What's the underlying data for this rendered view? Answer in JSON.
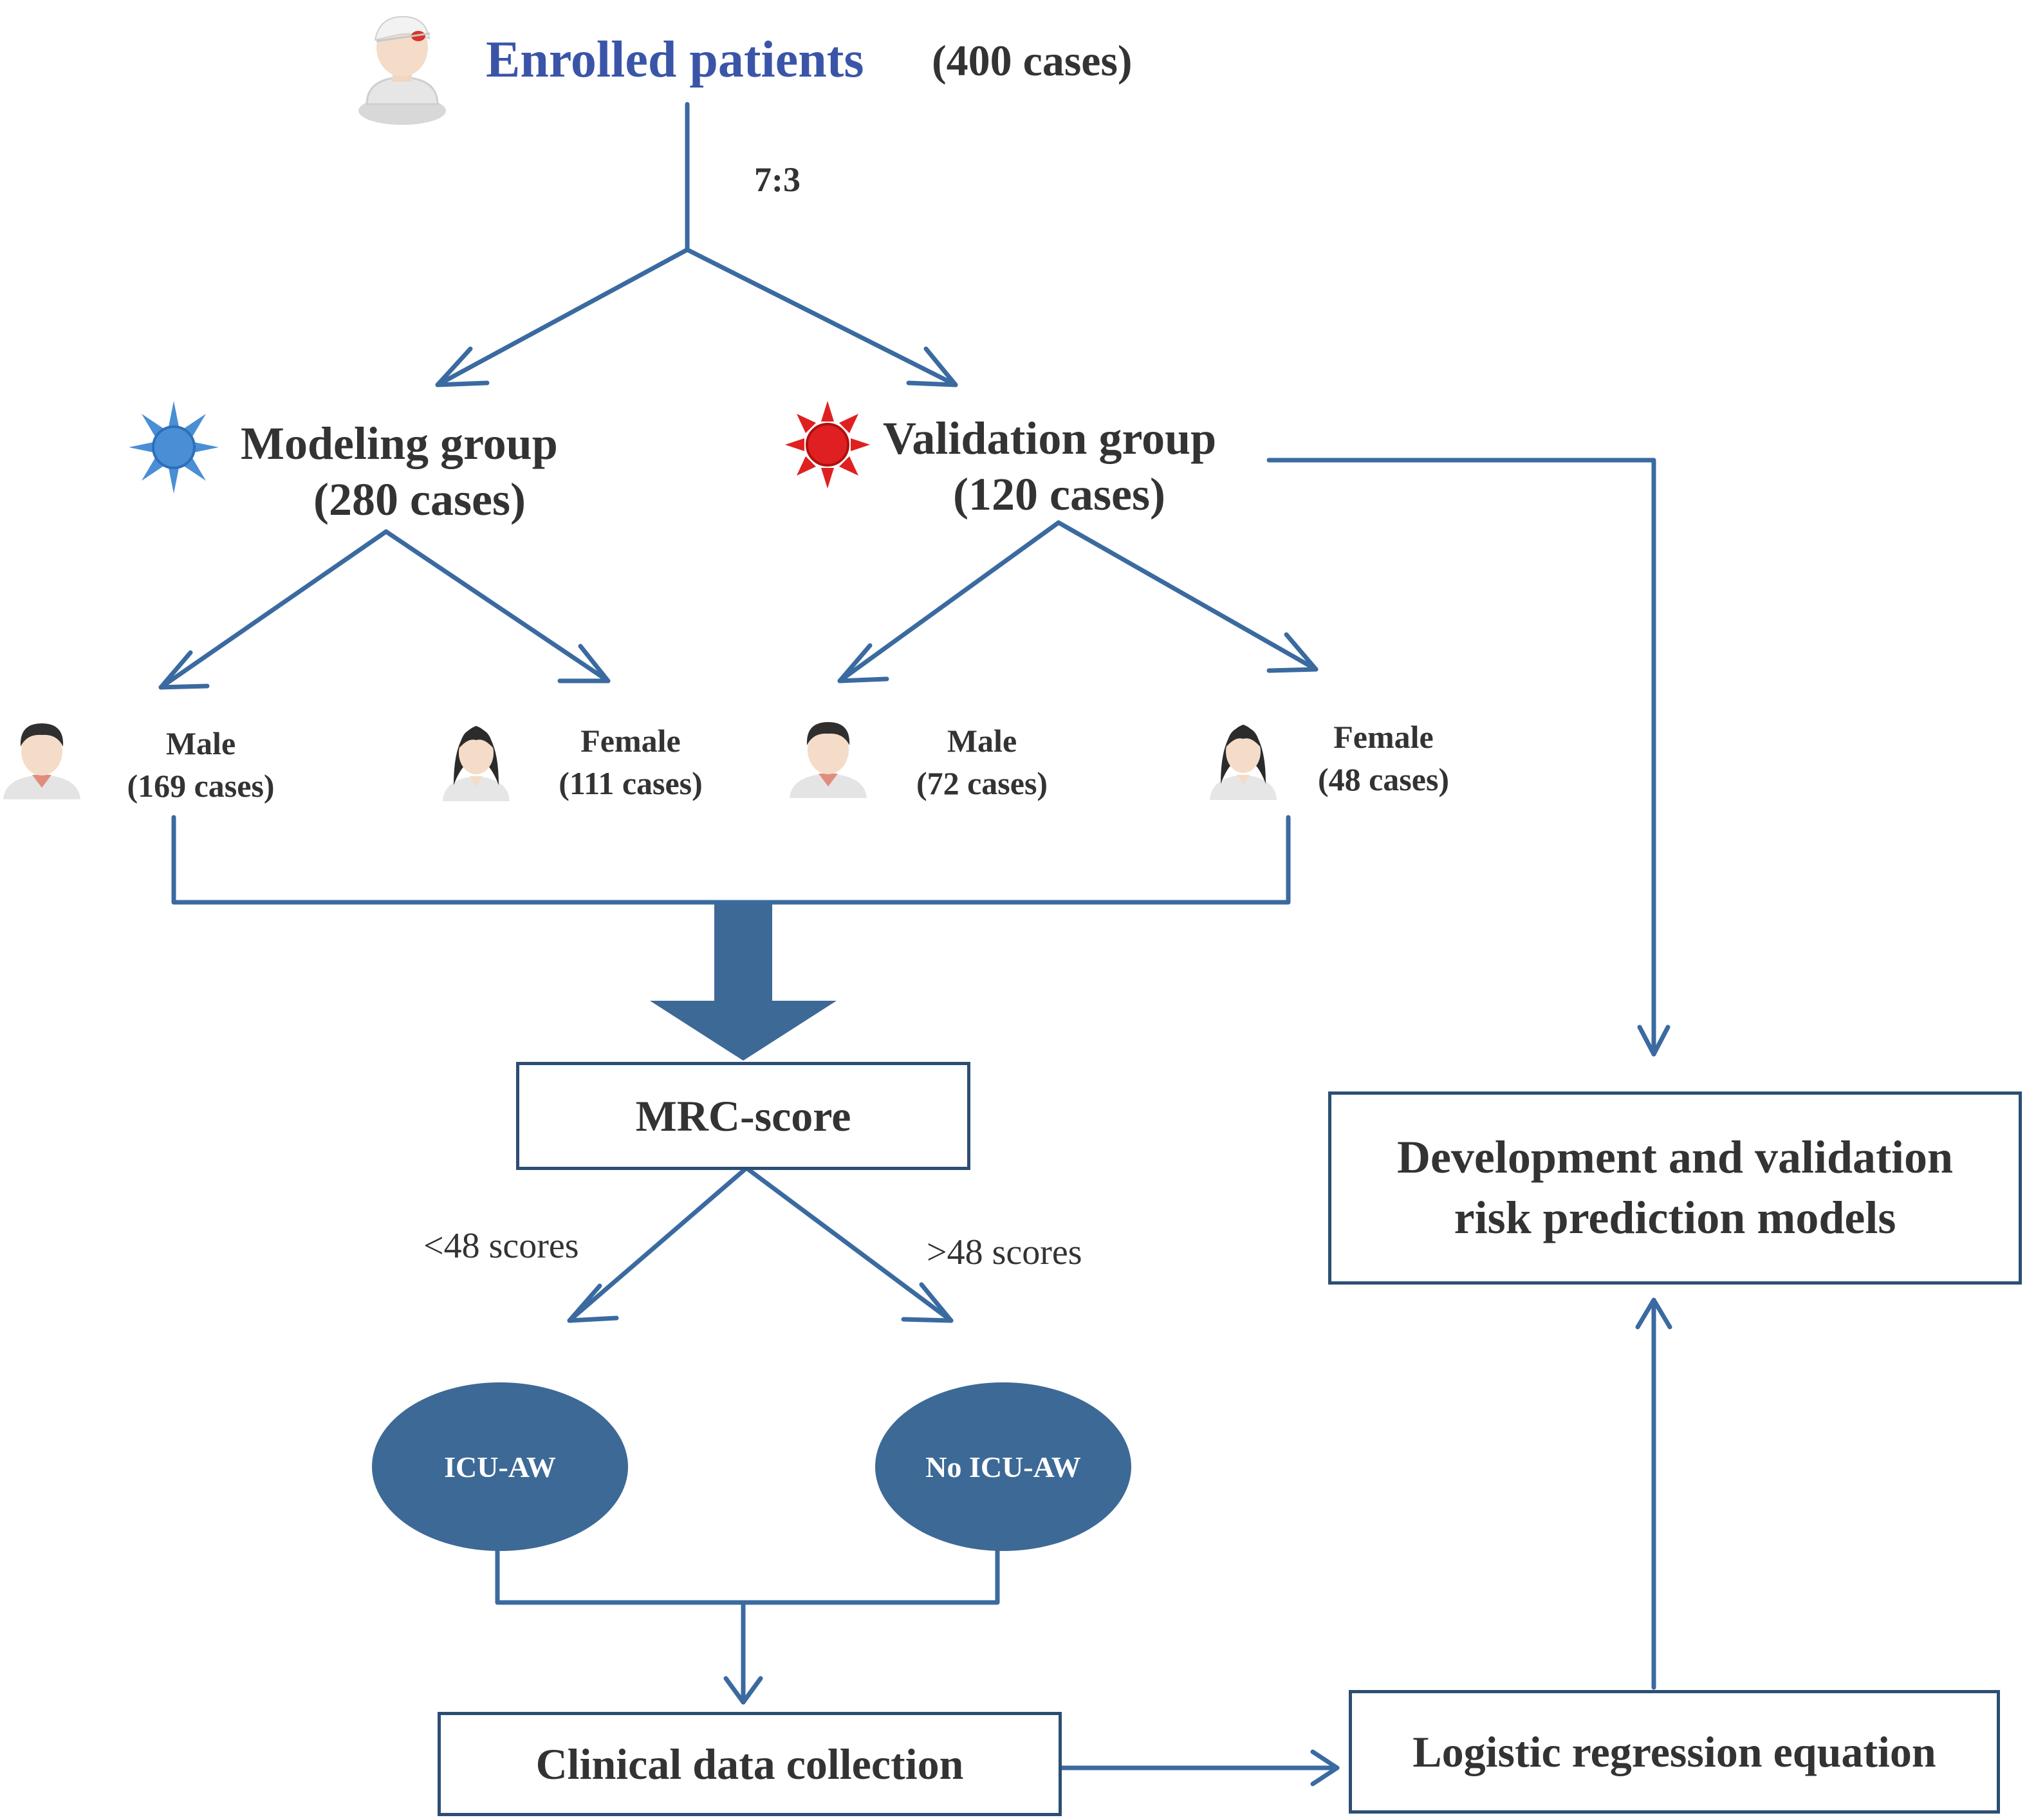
{
  "colors": {
    "line": "#3a6aa0",
    "thick_arrow": "#3d6996",
    "ellipse_fill": "#3d6996",
    "box_border": "#2c4e74",
    "title_text": "#3a55a8",
    "body_text": "#333333",
    "modeling_star": "#4a8fd6",
    "validation_star": "#e02020"
  },
  "header": {
    "title": "Enrolled patients",
    "count": "(400 cases)",
    "icon": "patient-avatar-icon"
  },
  "split_ratio": "7:3",
  "groups": {
    "modeling": {
      "title": "Modeling group",
      "count": "(280 cases)",
      "icon": "blue-star-icon",
      "male": {
        "label": "Male",
        "count": "(169 cases)",
        "icon": "male-avatar-icon"
      },
      "female": {
        "label": "Female",
        "count": "(111 cases)",
        "icon": "female-avatar-icon"
      }
    },
    "validation": {
      "title": "Validation group",
      "count": "(120 cases)",
      "icon": "red-star-icon",
      "male": {
        "label": "Male",
        "count": "(72 cases)",
        "icon": "male-avatar-icon"
      },
      "female": {
        "label": "Female",
        "count": "(48 cases)",
        "icon": "female-avatar-icon"
      }
    }
  },
  "mrc": {
    "label": "MRC-score",
    "low_threshold": "<48 scores",
    "high_threshold": ">48 scores"
  },
  "outcomes": {
    "icu_aw": "ICU-AW",
    "no_icu_aw": "No ICU-AW"
  },
  "clinical_data": "Clinical data collection",
  "logistic": "Logistic regression equation",
  "development": {
    "line1": "Development and validation",
    "line2": "risk prediction models"
  }
}
